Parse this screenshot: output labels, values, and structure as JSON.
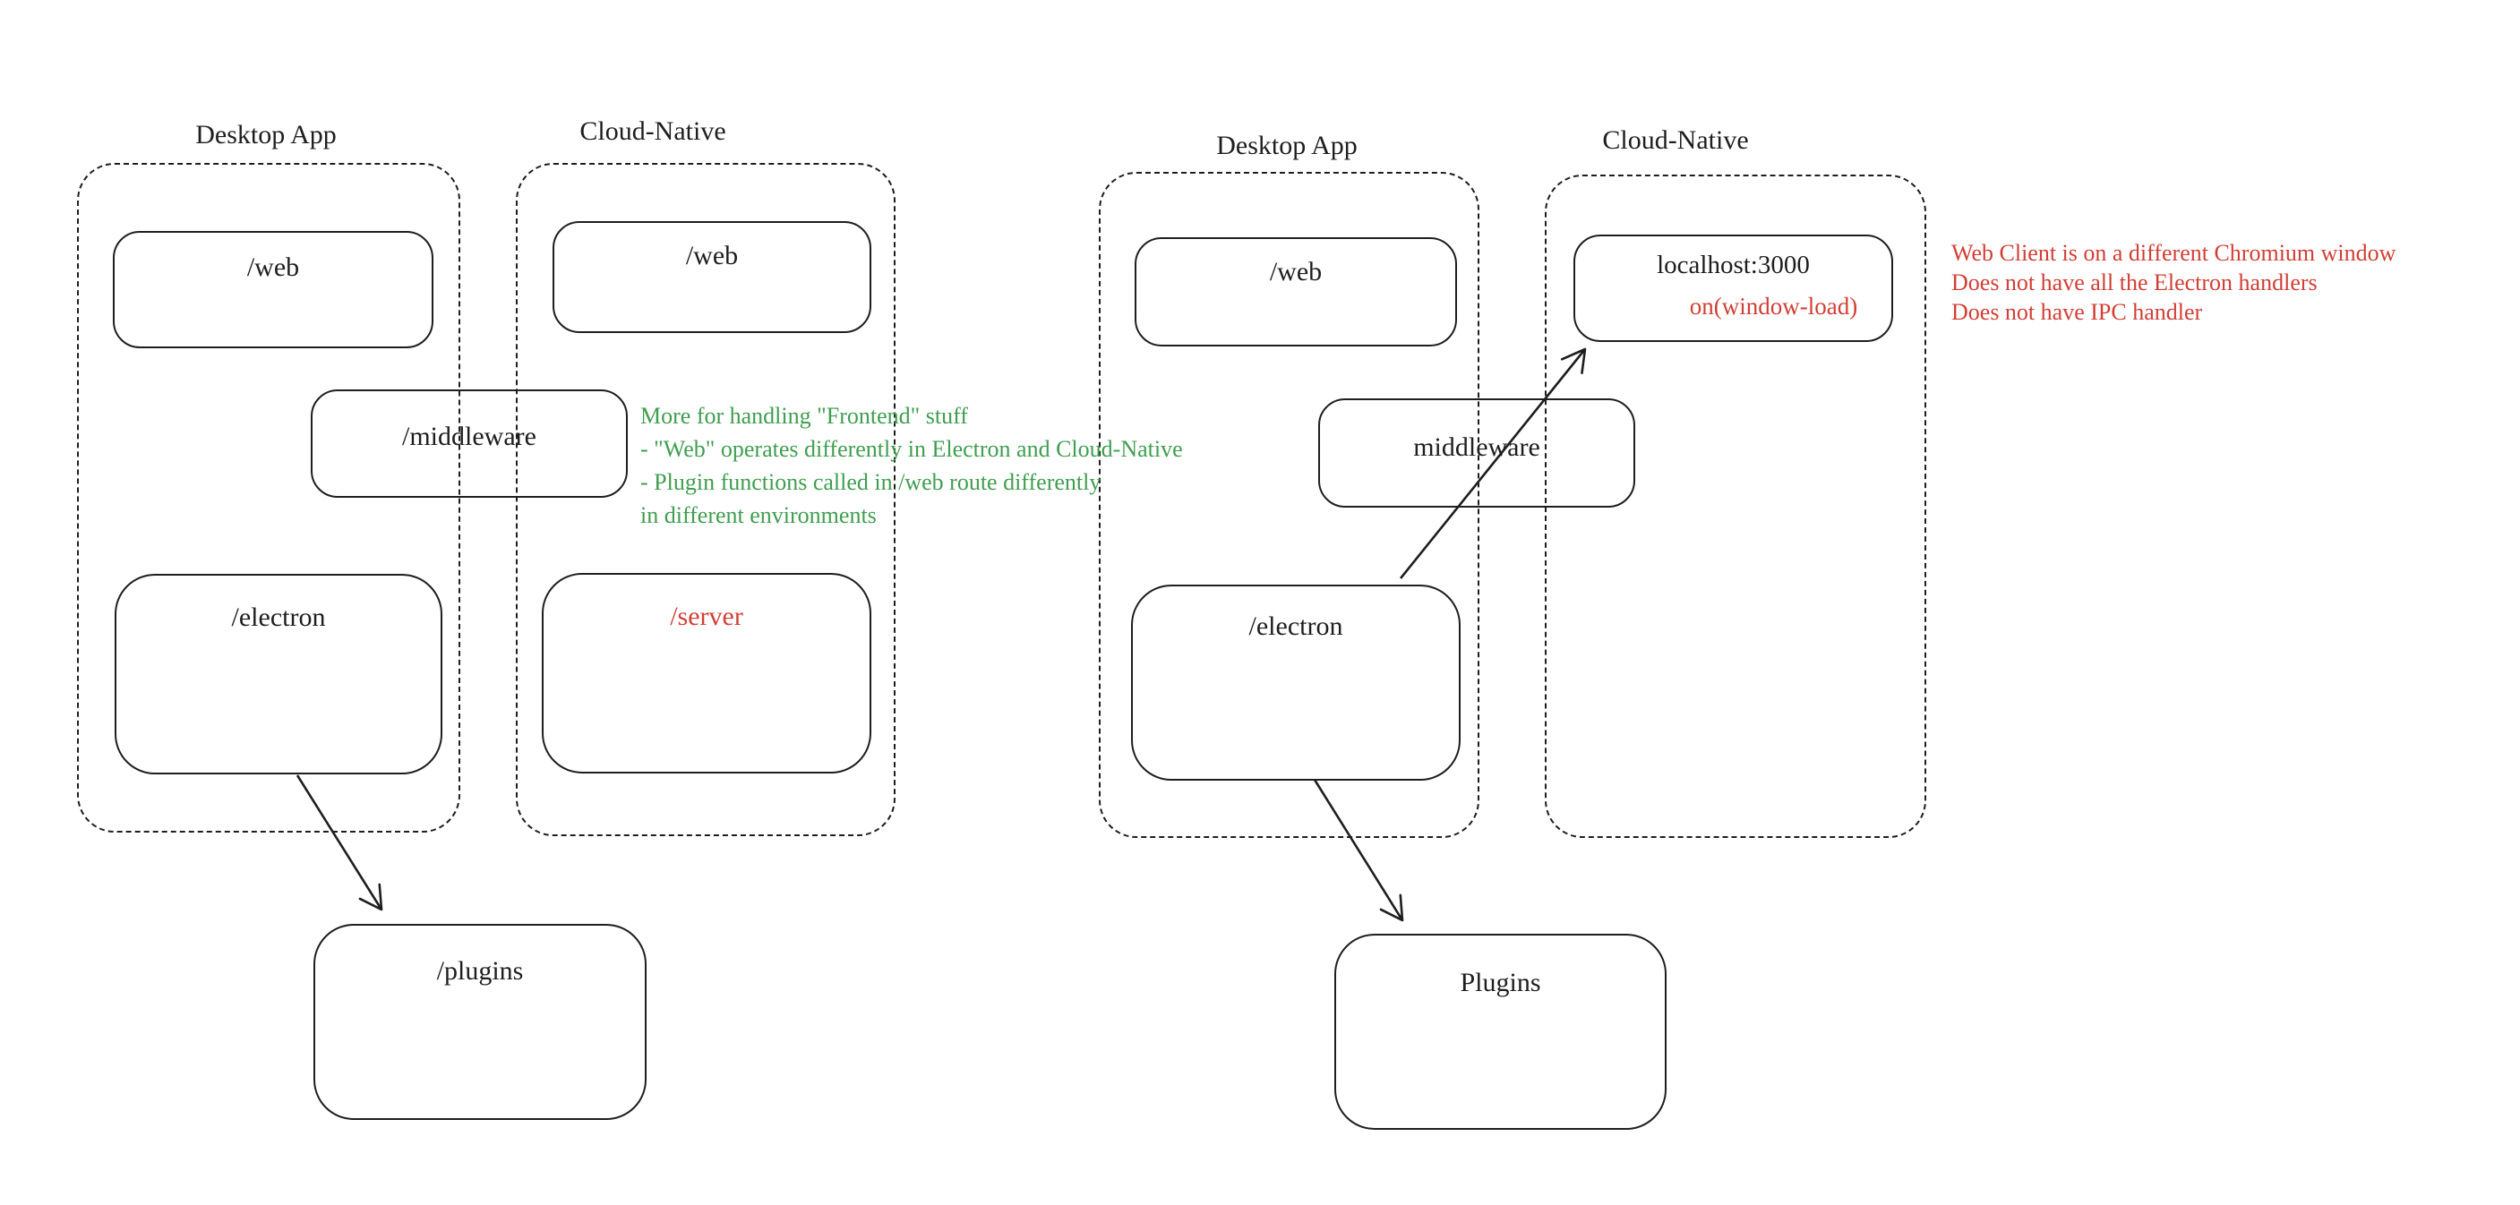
{
  "colors": {
    "stroke": "#1e1e1e",
    "annotation_green": "#3f9e4f",
    "annotation_red": "#d13f35",
    "background": "#ffffff"
  },
  "left_diagram": {
    "desktop_label": "Desktop App",
    "cloud_label": "Cloud-Native",
    "web_desktop": "/web",
    "web_cloud": "/web",
    "middleware": "/middleware",
    "electron": "/electron",
    "server": "/server",
    "plugins": "/plugins",
    "note": {
      "lines": [
        "More for handling \"Frontend\" stuff",
        "- \"Web\" operates differently in Electron and Cloud-Native",
        "- Plugin functions called in /web route differently",
        "in different environments"
      ]
    }
  },
  "right_diagram": {
    "desktop_label": "Desktop App",
    "cloud_label": "Cloud-Native",
    "web_desktop": "/web",
    "localhost": "localhost:3000",
    "window_load": "on(window-load)",
    "middleware": "middleware",
    "electron": "/electron",
    "plugins": "Plugins",
    "note": {
      "lines": [
        "Web Client is on a different Chromium window",
        "Does not have all the Electron handlers",
        "Does not have IPC handler"
      ]
    }
  }
}
